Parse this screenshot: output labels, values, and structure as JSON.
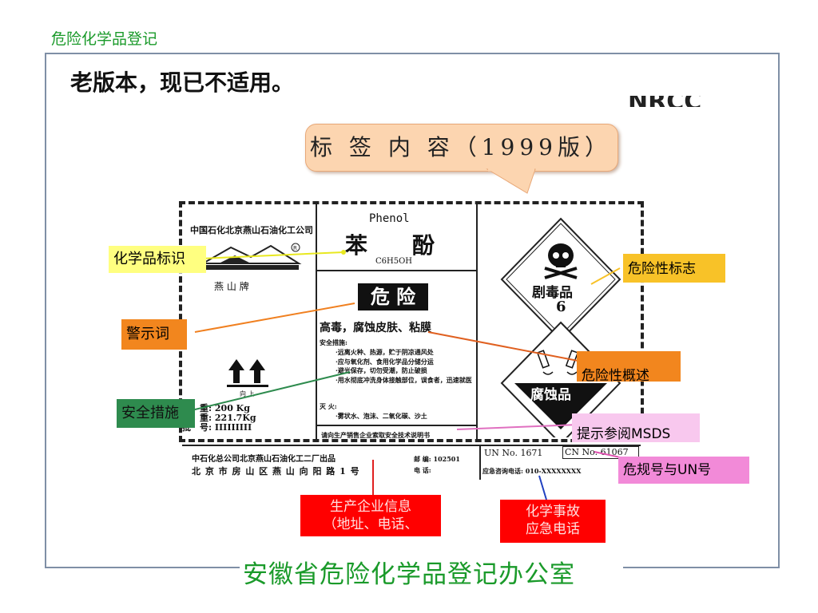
{
  "slide_title": "危险化学品登记",
  "subtitle": "老版本，现已不适用。",
  "hidden_text": "NRCC",
  "callout": "标 签 内 容（1999版）",
  "footer": "安徽省危险化学品登记办公室",
  "label": {
    "company": "中国石化北京燕山石油化工公司",
    "brand": "燕 山 牌",
    "product_en": "Phenol",
    "product_cn": "苯　　酚",
    "formula": "C6H5OH",
    "signal_word": "危 险",
    "hazard_summary": "高毒，腐蚀皮肤、粘膜",
    "safety_title": "安全措施:",
    "safety_items": [
      "·远离火种、热源，贮于阴凉通风处",
      "·应与氧化剂、食用化学品分储分运",
      "·避光保存，切勿受潮，防止破损",
      "·用水彻底冲洗身体接触部位，误食者，迅速就医"
    ],
    "fire_title": "灭 火:",
    "fire_items": "·雾状水、泡沫、二氧化碳、沙土",
    "msds_note": "请向生产销售企业索取安全技术说明书",
    "arrow_caption": "向 上",
    "net_weight": "净　重: 200 Kg",
    "gross_weight": "总　重: 221.7Kg",
    "batch_no": "批　号: IIIIIIIII",
    "producer_line1": "中石化总公司北京燕山石油化工二厂出品",
    "producer_line2": "北 京 市 房 山 区 燕 山 向 阳 路 1 号",
    "postcode": "邮 编: 102501",
    "phone": "电 话:",
    "un_no": "UN No.   1671",
    "cn_no": "CN No.  61067",
    "emergency_phone": "应急咨询电话: 010-XXXXXXXX",
    "toxic_symbol_text": "剧毒品",
    "toxic_class": "6",
    "corrosive_symbol_text": "腐蚀品"
  },
  "annotations": {
    "chem_id": "化学品标识",
    "hazard_symbol": "危险性标志",
    "signal_word": "警示词",
    "hazard_overview": "危险性概述",
    "safety_measures": "安全措施",
    "see_msds": "提示参阅MSDS",
    "un_number": "危规号与UN号",
    "producer_info_1": "生产企业信息",
    "producer_info_2": "（地址、电话、",
    "emergency_1": "化学事故",
    "emergency_2": "应急电话"
  },
  "colors": {
    "green_text": "#1a9a2a",
    "yellow_tag": "#ffff80",
    "gold_tag": "#f8c228",
    "orange_tag": "#f2861e",
    "green_tag": "#2e8b4e",
    "pink_tag": "#f28ad8",
    "red_tag": "#ff0000"
  }
}
